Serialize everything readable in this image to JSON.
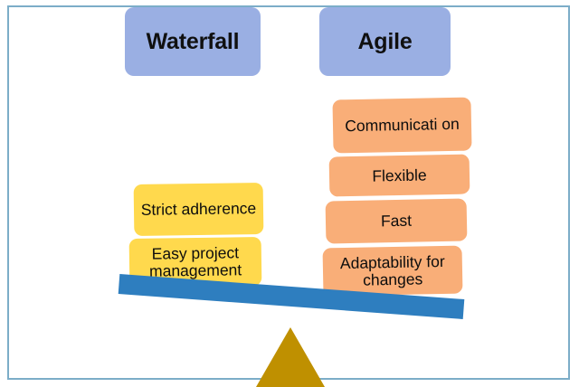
{
  "diagram": {
    "title_semantic": "waterfall-vs-agile-balance-scale",
    "colors": {
      "header_box": "#9aafe3",
      "left_pan_box": "#ffd94d",
      "right_pan_box": "#f9ae78",
      "beam": "#2e7ebf",
      "fulcrum": "#bf9000",
      "frame_border": "#7cadc8",
      "background": "#ffffff",
      "text": "#0d0d0d"
    },
    "headers": [
      {
        "label": "Waterfall",
        "side": "left"
      },
      {
        "label": "Agile",
        "side": "right"
      }
    ],
    "left_column": {
      "heading": "Waterfall",
      "items": [
        {
          "label": "Strict adherence"
        },
        {
          "label": "Easy project management"
        }
      ]
    },
    "right_column": {
      "heading": "Agile",
      "items": [
        {
          "label": "Communicati on"
        },
        {
          "label": "Flexible"
        },
        {
          "label": "Fast"
        },
        {
          "label": "Adaptability for changes"
        }
      ]
    },
    "balance": {
      "beam_label": "balance-beam",
      "fulcrum_label": "fulcrum-triangle",
      "tilt_direction": "right-side-down",
      "tilt_degrees": 4.2
    }
  }
}
